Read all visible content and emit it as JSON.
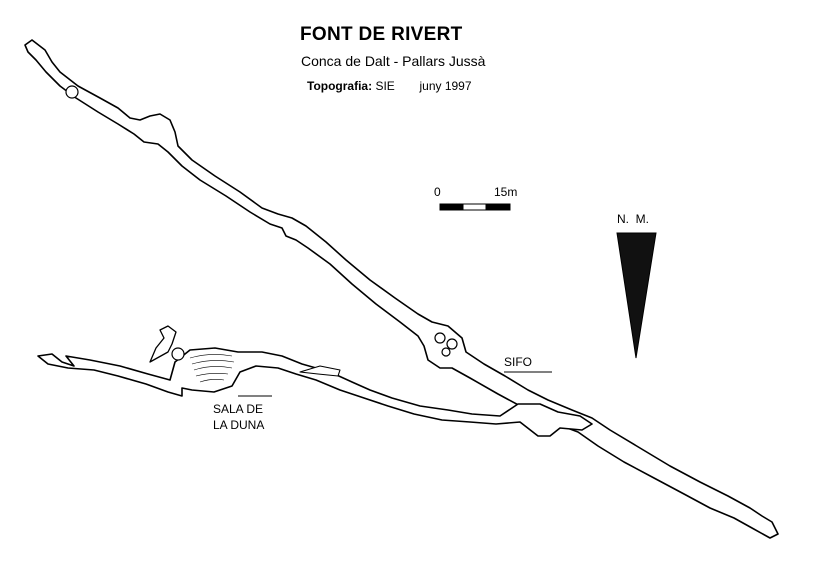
{
  "title": "FONT DE RIVERT",
  "subtitle": "Conca de Dalt - Pallars Jussà",
  "credits": {
    "label": "Topografia:",
    "author": "SIE",
    "date": "juny 1997"
  },
  "scale_bar": {
    "start_label": "0",
    "end_label": "15m"
  },
  "north_arrow": {
    "label": "N.  M."
  },
  "labels": {
    "sifo": "SIFO",
    "sala_line1": "SALA DE",
    "sala_line2": "LA DUNA"
  },
  "colors": {
    "ink": "#000000",
    "background": "#ffffff"
  }
}
